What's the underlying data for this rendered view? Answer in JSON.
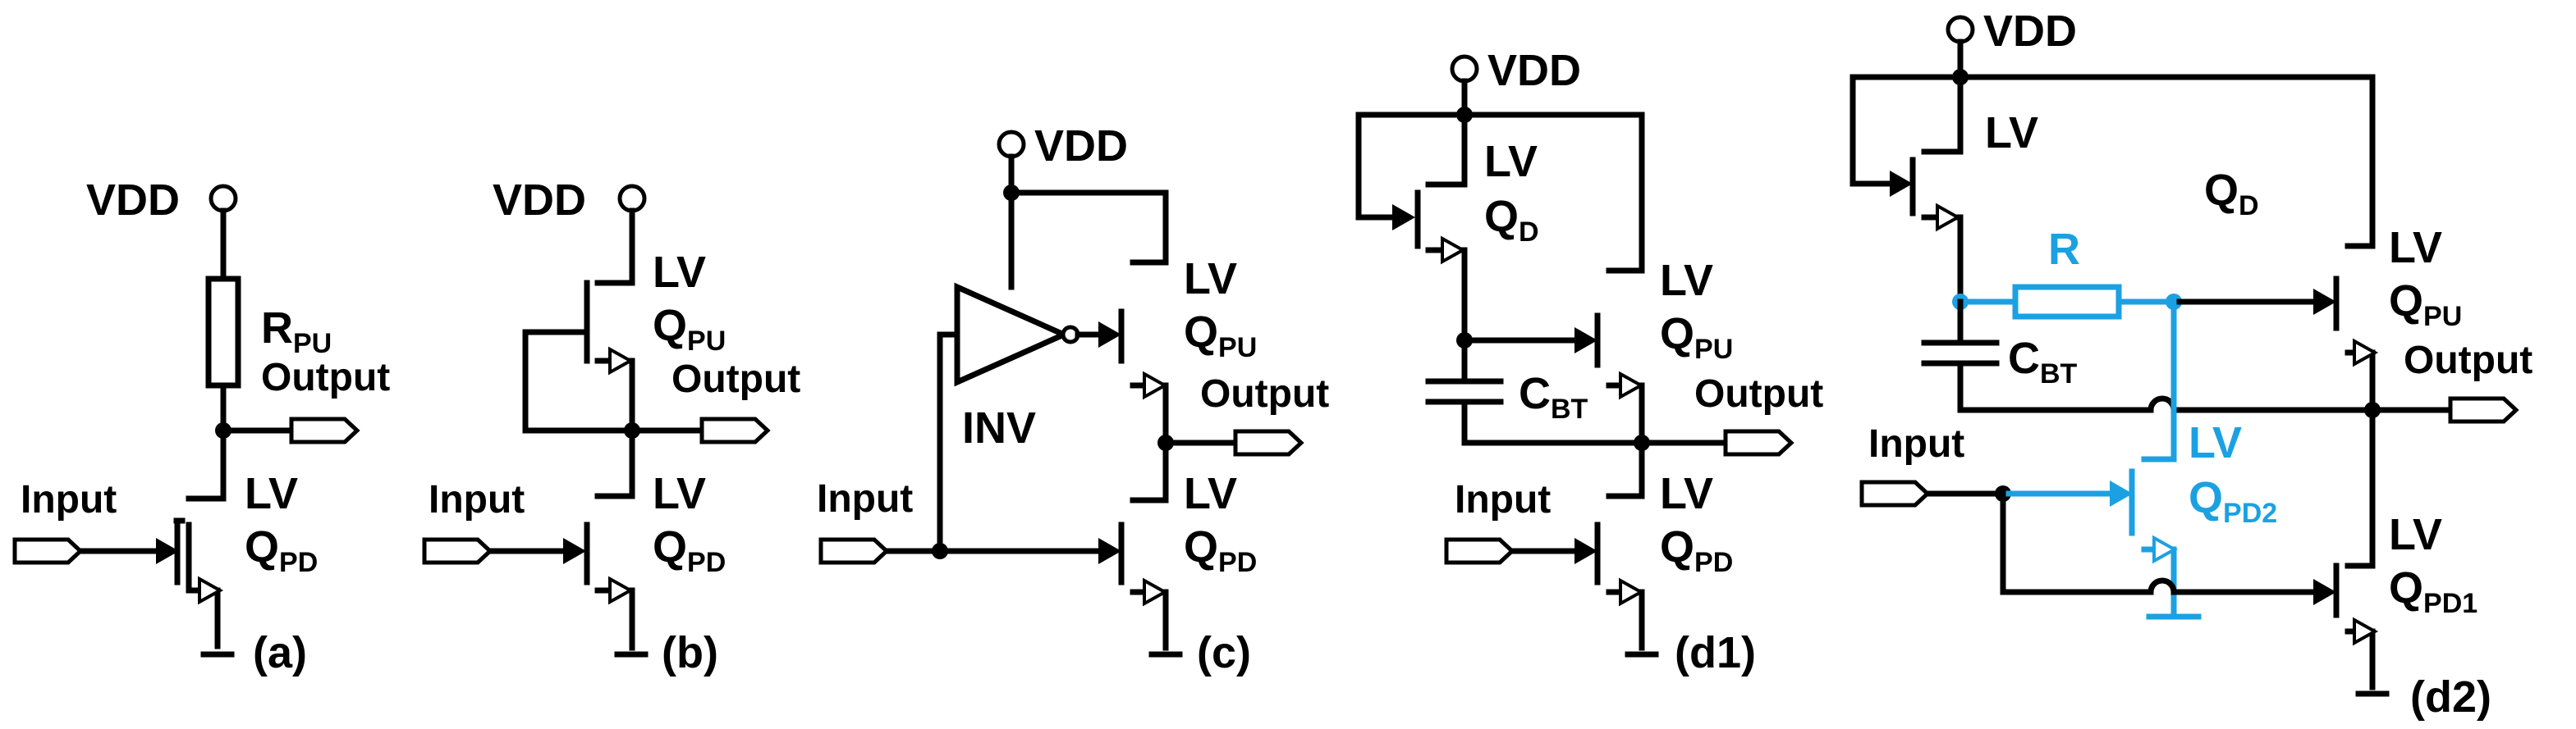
{
  "colors": {
    "wire": "#000000",
    "highlight": "#1BA1E2",
    "background": "#FFFFFF"
  },
  "labels": {
    "vdd": "VDD",
    "input": "Input",
    "output": "Output",
    "lv": "LV",
    "q": "Q",
    "r": "R",
    "c": "C",
    "inv": "INV",
    "pu": "PU",
    "pd": "PD",
    "pd1": "PD1",
    "pd2": "PD2",
    "d": "D",
    "bt": "BT"
  },
  "panels": [
    {
      "id": "a",
      "caption": "(a)"
    },
    {
      "id": "b",
      "caption": "(b)"
    },
    {
      "id": "c",
      "caption": "(c)"
    },
    {
      "id": "d1",
      "caption": "(d1)"
    },
    {
      "id": "d2",
      "caption": "(d2)"
    }
  ]
}
